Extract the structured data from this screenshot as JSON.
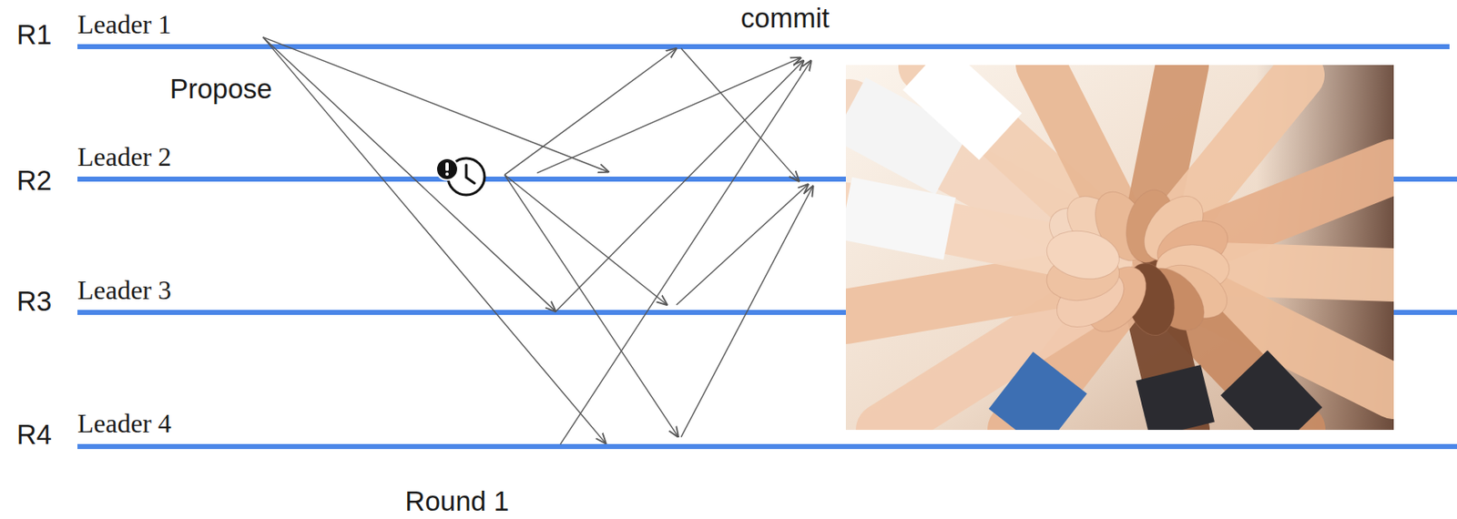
{
  "diagram": {
    "labels": [
      "Leader 1",
      "R1",
      "commit",
      "Propose",
      "Leader 2",
      "R2",
      "Leader 3",
      "R3",
      "Leader 4",
      "R4",
      "Round 1"
    ]
  }
}
